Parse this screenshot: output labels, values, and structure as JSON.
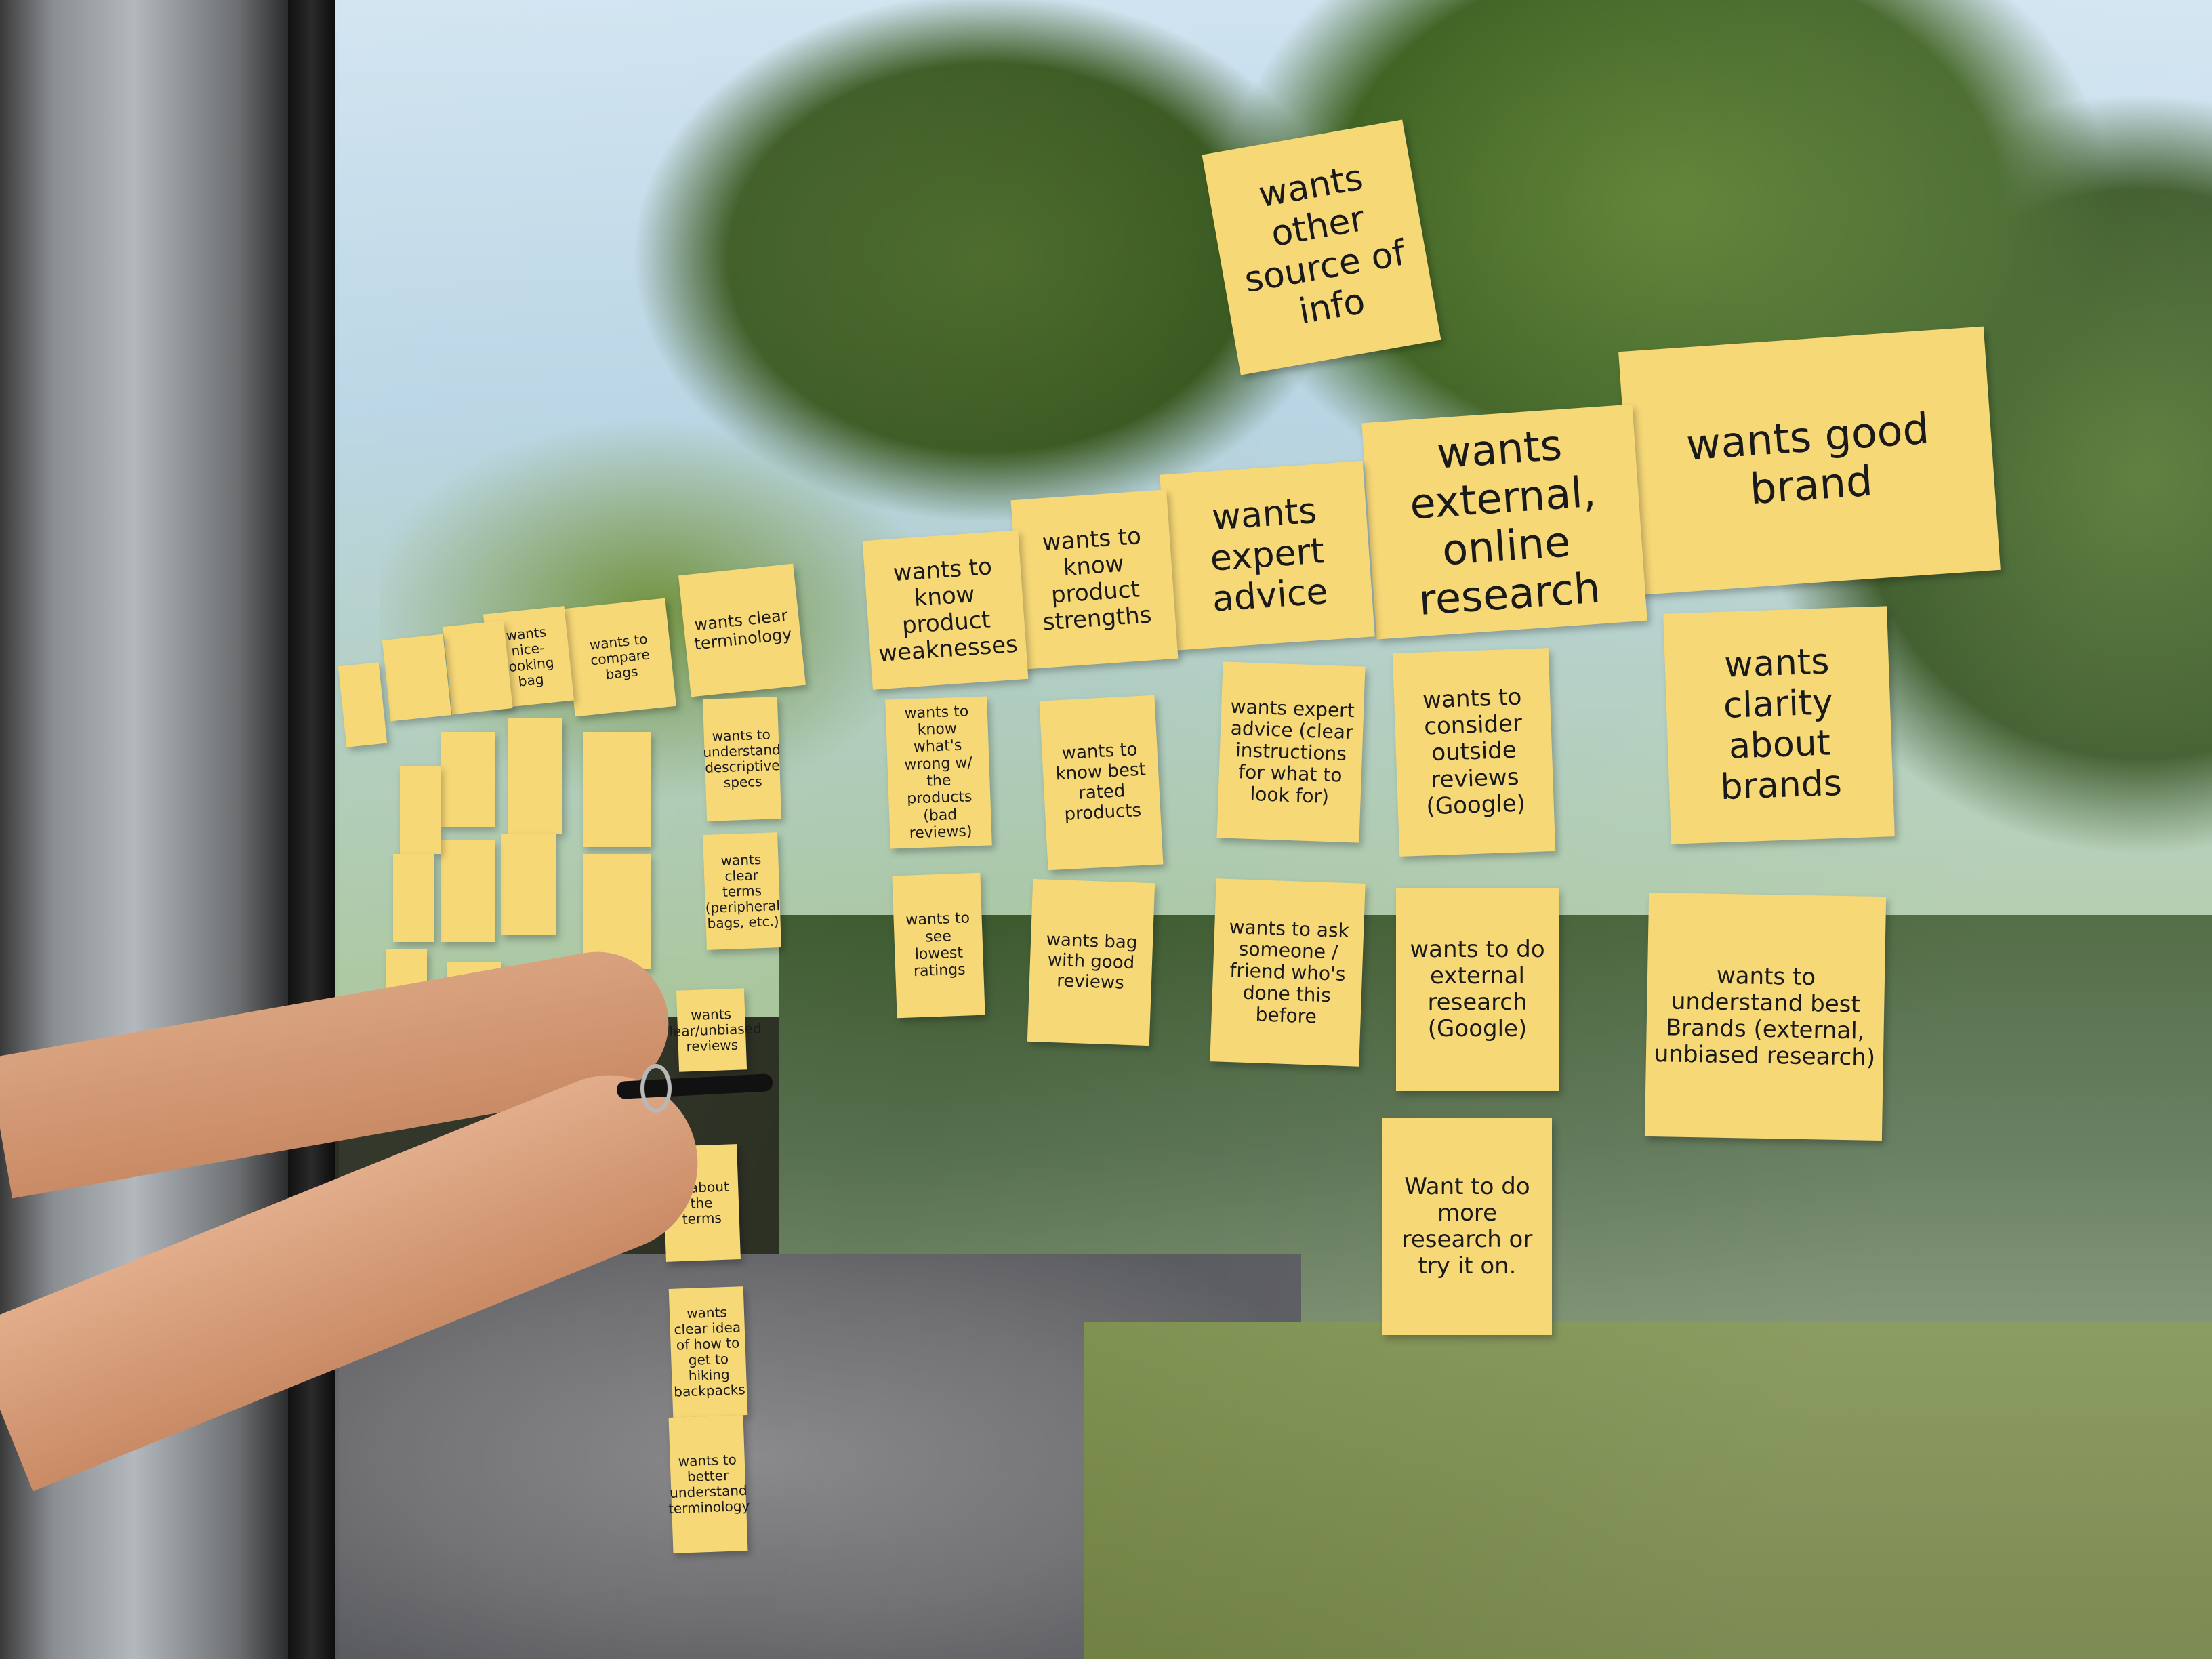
{
  "notes": {
    "top": "wants other source of info",
    "headers": [
      "wants to know product weaknesses",
      "wants to know product strengths",
      "wants expert advice",
      "wants external, online research",
      "wants good brand",
      "wants clear terminology",
      "wants to compare bags",
      "wants nice-looking bag"
    ],
    "col_weak": [
      "wants to know what's wrong w/ the products (bad reviews)",
      "wants to see lowest ratings"
    ],
    "col_strength": [
      "wants to know best rated products",
      "wants bag with good reviews"
    ],
    "col_expert": [
      "wants expert advice (clear instructions for what to look for)",
      "wants to ask someone / friend who's done this before"
    ],
    "col_research": [
      "wants to consider outside reviews (Google)",
      "wants to do external research (Google)",
      "Want to do more research or try it on."
    ],
    "col_brand": [
      "wants clarity about brands",
      "wants to understand best Brands (external, unbiased research)"
    ],
    "col_term": [
      "wants to understand descriptive specs",
      "wants clear terms (peripheral bags, etc.)",
      "wants clear/unbiased reviews",
      "... about the terms",
      "wants clear idea of how to get to hiking backpacks",
      "wants to better understand terminology"
    ]
  }
}
